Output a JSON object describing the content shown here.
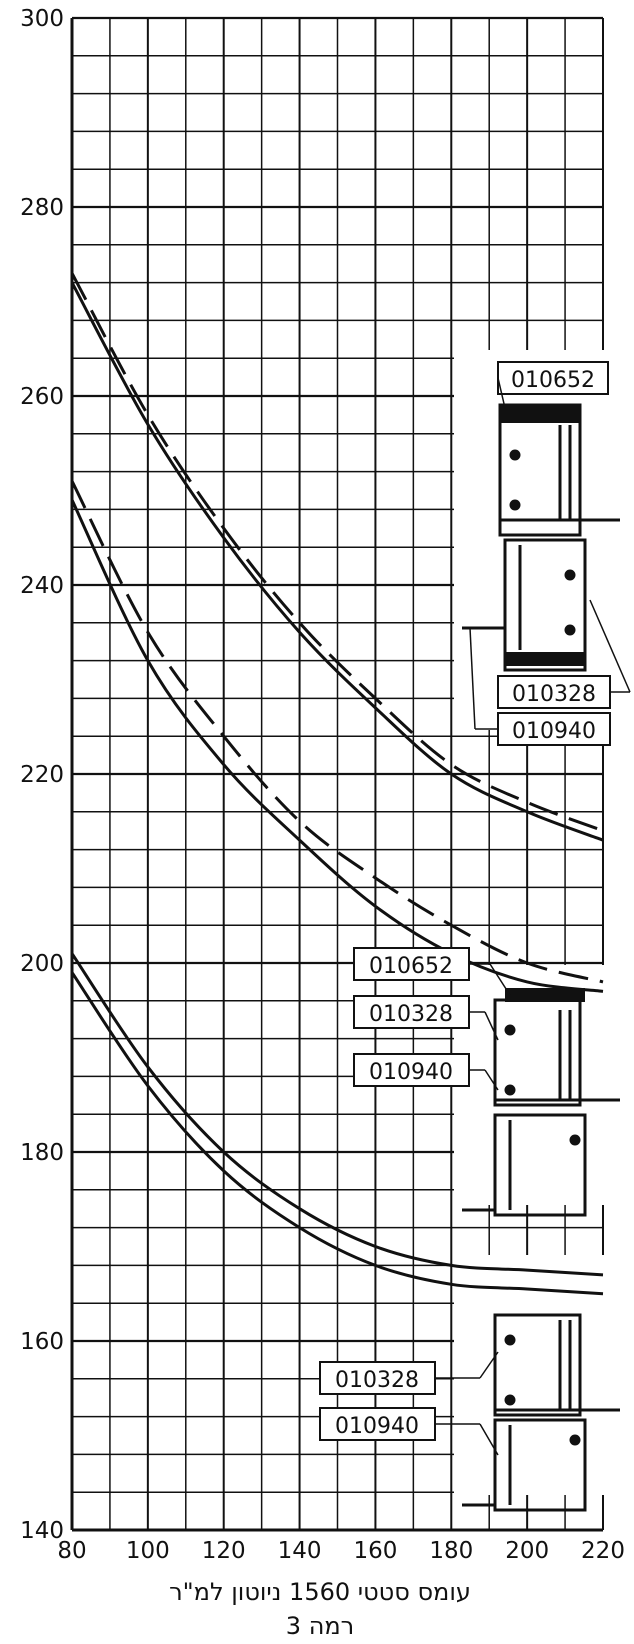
{
  "chart_data": {
    "type": "line",
    "title": "",
    "xlabel": "עומס סטטי 1560 ניוטון למ\"ר",
    "xlabel2": "רמה 3",
    "ylabel": "",
    "xlim": [
      80,
      220
    ],
    "ylim": [
      140,
      300
    ],
    "x_ticks": [
      80,
      100,
      120,
      140,
      160,
      180,
      200,
      220
    ],
    "y_ticks": [
      140,
      160,
      180,
      200,
      220,
      240,
      260,
      280,
      300
    ],
    "grid": true,
    "series": [
      {
        "style": "solid",
        "x": [
          80,
          100,
          120,
          140,
          160,
          180,
          200,
          220
        ],
        "y": [
          272,
          257,
          245,
          235,
          227,
          220,
          216,
          213
        ]
      },
      {
        "style": "dashed",
        "x": [
          80,
          100,
          120,
          140,
          160,
          180,
          200,
          220
        ],
        "y": [
          273,
          258,
          246,
          236,
          228,
          221,
          217,
          214
        ]
      },
      {
        "style": "solid",
        "x": [
          80,
          100,
          120,
          140,
          160,
          180,
          200,
          220
        ],
        "y": [
          249,
          232,
          221,
          213,
          206,
          201,
          198,
          197
        ]
      },
      {
        "style": "dashed",
        "x": [
          80,
          100,
          120,
          140,
          160,
          180,
          200,
          220
        ],
        "y": [
          251,
          235,
          224,
          215,
          209,
          204,
          200,
          198
        ]
      },
      {
        "style": "solid",
        "x": [
          80,
          100,
          120,
          140,
          160,
          180,
          200,
          220
        ],
        "y": [
          201,
          189,
          180,
          174,
          170,
          168,
          167.5,
          167
        ]
      },
      {
        "style": "solid",
        "x": [
          80,
          100,
          120,
          140,
          160,
          180,
          200,
          220
        ],
        "y": [
          199,
          187,
          178,
          172,
          168,
          166,
          165.5,
          165
        ]
      }
    ],
    "profile_groups": [
      {
        "labels": [
          "010652",
          "010328",
          "010940"
        ]
      },
      {
        "labels": [
          "010652",
          "010328",
          "010940"
        ]
      },
      {
        "labels": [
          "010328",
          "010940"
        ]
      }
    ]
  }
}
